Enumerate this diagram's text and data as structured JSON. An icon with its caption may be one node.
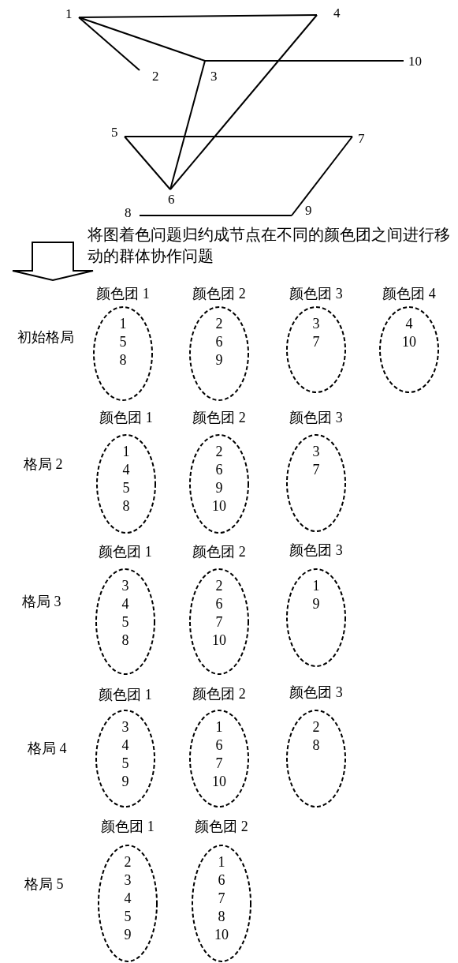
{
  "diagram": {
    "nodes": [
      {
        "text": [
          "1"
        ]
      },
      {
        "text": [
          "2"
        ]
      },
      {
        "text": [
          "3"
        ]
      },
      {
        "text": [
          "4"
        ]
      },
      {
        "text": [
          "5"
        ]
      },
      {
        "text": [
          "6"
        ]
      },
      {
        "text": [
          "7"
        ]
      },
      {
        "text": [
          "8"
        ]
      },
      {
        "text": [
          "9"
        ]
      },
      {
        "text": [
          "10"
        ]
      },
      {
        "text": [
          "颜色团 1",
          "1",
          "5",
          "8"
        ]
      },
      {
        "text": [
          "颜色团 2",
          "2",
          "6",
          "9"
        ]
      },
      {
        "text": [
          "颜色团 3",
          "3",
          "7"
        ]
      },
      {
        "text": [
          "颜色团 4",
          "4",
          "10"
        ]
      },
      {
        "text": [
          "颜色团 1",
          "1",
          "4",
          "5",
          "8"
        ]
      },
      {
        "text": [
          "颜色团 2",
          "2",
          "6",
          "9",
          "10"
        ]
      },
      {
        "text": [
          "颜色团 3",
          "3",
          "7"
        ]
      },
      {
        "text": [
          "颜色团 1",
          "3",
          "4",
          "5",
          "8"
        ]
      },
      {
        "text": [
          "颜色团 2",
          "2",
          "6",
          "7",
          "10"
        ]
      },
      {
        "text": [
          "颜色团 3",
          "1",
          "9"
        ]
      },
      {
        "text": [
          "颜色团 1",
          "3",
          "4",
          "5",
          "9"
        ]
      },
      {
        "text": [
          "颜色团 2",
          "1",
          "6",
          "7",
          "10"
        ]
      },
      {
        "text": [
          "颜色团 3",
          "2",
          "8"
        ]
      },
      {
        "text": [
          "颜色团 1",
          "2",
          "3",
          "4",
          "5",
          "9"
        ]
      },
      {
        "text": [
          "颜色团 2",
          "1",
          "6",
          "7",
          "8",
          "10"
        ]
      }
    ],
    "edges": [
      {
        "from": 0,
        "to": 3,
        "arrow": "none"
      },
      {
        "from": 0,
        "to": 1,
        "arrow": "none"
      },
      {
        "from": 0,
        "to": 2,
        "arrow": "none"
      },
      {
        "from": 2,
        "to": 9,
        "arrow": "none"
      },
      {
        "from": 2,
        "to": 5,
        "arrow": "none"
      },
      {
        "from": 3,
        "to": 5,
        "arrow": "none"
      },
      {
        "from": 4,
        "to": 6,
        "arrow": "none"
      },
      {
        "from": 4,
        "to": 5,
        "arrow": "none"
      },
      {
        "from": 6,
        "to": 8,
        "arrow": "none"
      },
      {
        "from": 7,
        "to": 8,
        "arrow": "none"
      }
    ],
    "labels": [
      "将图着色问题归约成节点在不同的颜色团之间进行移动的群体协作问题",
      "初始格局",
      "格局 2",
      "格局 3",
      "格局 4",
      "格局 5"
    ]
  }
}
